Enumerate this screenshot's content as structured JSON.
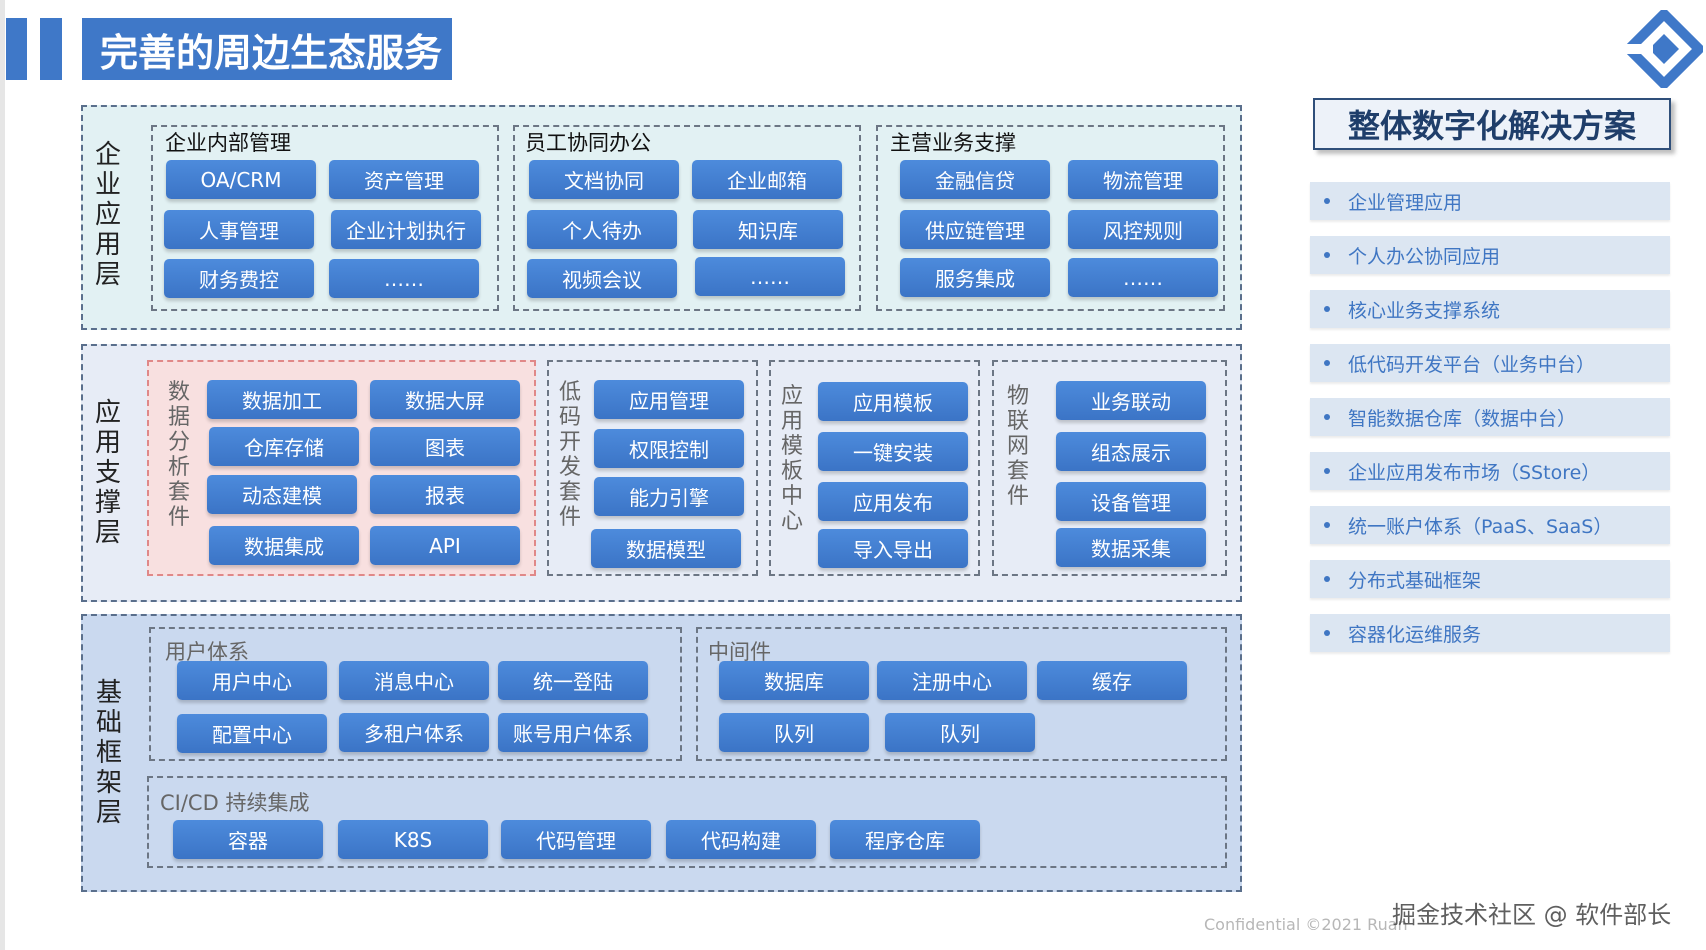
{
  "title": "完善的周边生态服务",
  "layers": {
    "enterprise": {
      "label": [
        "企",
        "业",
        "应",
        "用",
        "层"
      ],
      "groups": {
        "internal": {
          "title": "企业内部管理",
          "items": [
            "OA/CRM",
            "资产管理",
            "人事管理",
            "企业计划执行",
            "财务费控",
            "……"
          ]
        },
        "collab": {
          "title": "员工协同办公",
          "items": [
            "文档协同",
            "企业邮箱",
            "个人待办",
            "知识库",
            "视频会议",
            "……"
          ]
        },
        "business": {
          "title": "主营业务支撑",
          "items": [
            "金融信贷",
            "物流管理",
            "供应链管理",
            "风控规则",
            "服务集成",
            "……"
          ]
        }
      }
    },
    "app_support": {
      "label": [
        "应",
        "用",
        "支",
        "撑",
        "层"
      ],
      "groups": {
        "analytics": {
          "label": [
            "数",
            "据",
            "分",
            "析",
            "套",
            "件"
          ],
          "items": [
            "数据加工",
            "数据大屏",
            "仓库存储",
            "图表",
            "动态建模",
            "报表",
            "数据集成",
            "API"
          ]
        },
        "lowcode": {
          "label": [
            "低",
            "码",
            "开",
            "发",
            "套",
            "件"
          ],
          "items": [
            "应用管理",
            "权限控制",
            "能力引擎",
            "数据模型"
          ]
        },
        "template": {
          "label": [
            "应",
            "用",
            "模",
            "板",
            "中",
            "心"
          ],
          "items": [
            "应用模板",
            "一键安装",
            "应用发布",
            "导入导出"
          ]
        },
        "iot": {
          "label": [
            "物",
            "联",
            "网",
            "套",
            "件"
          ],
          "items": [
            "业务联动",
            "组态展示",
            "设备管理",
            "数据采集"
          ]
        }
      }
    },
    "foundation": {
      "label": [
        "基",
        "础",
        "框",
        "架",
        "层"
      ],
      "groups": {
        "user": {
          "title": "用户体系",
          "items": [
            "用户中心",
            "消息中心",
            "统一登陆",
            "配置中心",
            "多租户体系",
            "账号用户体系"
          ]
        },
        "middleware": {
          "title": "中间件",
          "items": [
            "数据库",
            "注册中心",
            "缓存",
            "队列",
            "队列"
          ]
        },
        "cicd": {
          "title": "CI/CD 持续集成",
          "items": [
            "容器",
            "K8S",
            "代码管理",
            "代码构建",
            "程序仓库"
          ]
        }
      }
    }
  },
  "sidebar": {
    "title": "整体数字化解决方案",
    "items": [
      "企业管理应用",
      "个人办公协同应用",
      "核心业务支撑系统",
      "低代码开发平台（业务中台）",
      "智能数据仓库（数据中台）",
      "企业应用发布市场（SStore）",
      "统一账户体系（PaaS、SaaS）",
      "分布式基础框架",
      "容器化运维服务"
    ]
  },
  "footer": {
    "confidential": "Confidential ©2021 Ruan",
    "watermark": "掘金技术社区 @ 软件部长"
  },
  "colors": {
    "accent": "#3f78c8",
    "layer1_bg": "#e2f1f3",
    "layer2_bg": "#e7ecf6",
    "layer3_bg": "#cad9ef",
    "analytics_bg": "#f8e0e0",
    "sidebar_item_bg": "#dce6f2",
    "sidebar_text": "#3f76c3"
  },
  "icons": {
    "logo": "diamond-logo-icon",
    "bullet": "dot-icon"
  }
}
